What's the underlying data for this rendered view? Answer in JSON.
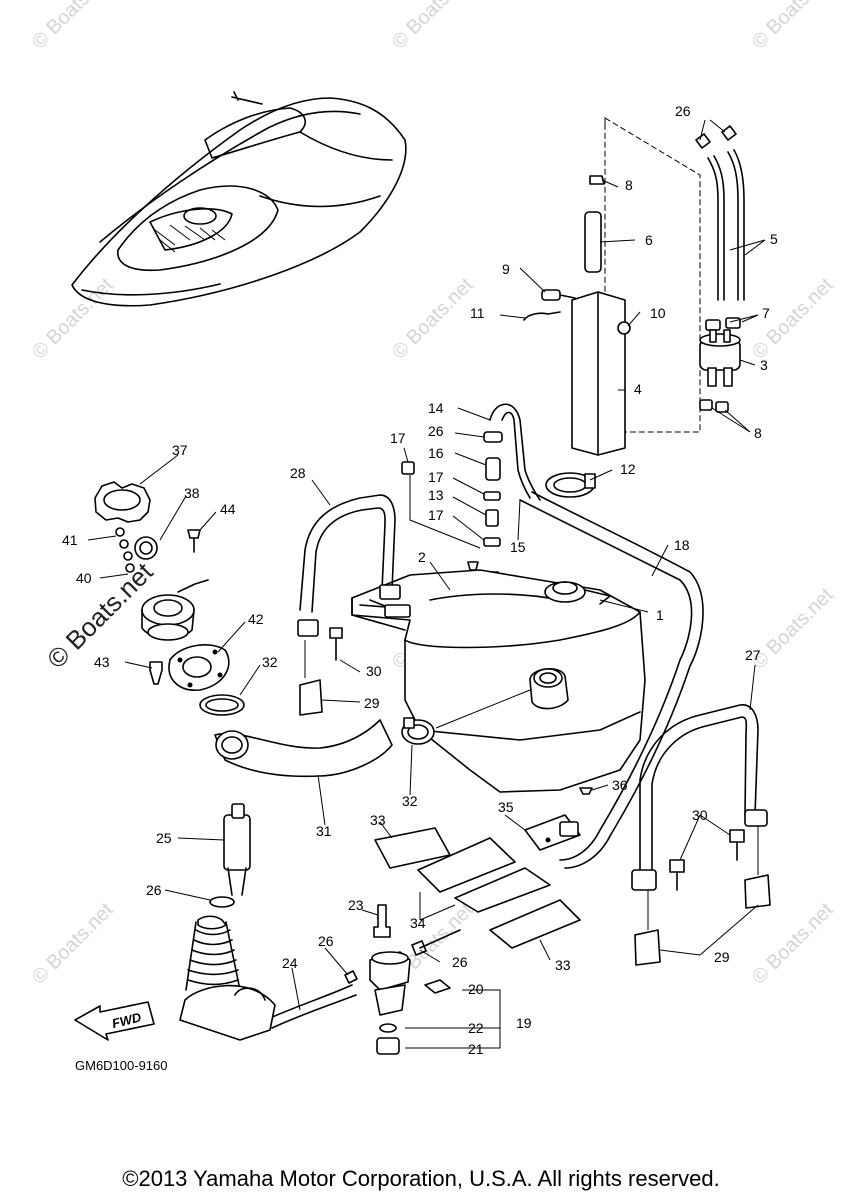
{
  "watermark": {
    "text": "© Boats.net",
    "color": "#d4d4d4"
  },
  "diagram": {
    "code": "GM6D100-9160",
    "forward_label": "FWD",
    "callouts": [
      "1",
      "2",
      "3",
      "4",
      "5",
      "6",
      "7",
      "8",
      "9",
      "10",
      "11",
      "12",
      "13",
      "14",
      "15",
      "16",
      "17",
      "18",
      "19",
      "20",
      "21",
      "22",
      "23",
      "24",
      "25",
      "26",
      "27",
      "28",
      "29",
      "30",
      "31",
      "32",
      "33",
      "34",
      "35",
      "36",
      "37",
      "38",
      "40",
      "41",
      "42",
      "43",
      "44"
    ]
  },
  "footer": {
    "copyright": "©2013 Yamaha Motor Corporation, U.S.A. All rights reserved."
  }
}
